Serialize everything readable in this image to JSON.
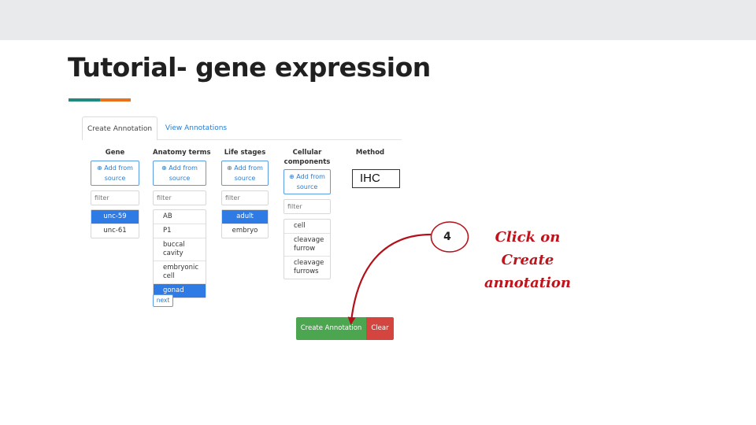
{
  "slide": {
    "title": "Tutorial- gene expression",
    "accent_colors": [
      "#21897e",
      "#e8711c"
    ]
  },
  "app": {
    "tabs": [
      {
        "label": "Create Annotation",
        "active": true
      },
      {
        "label": "View Annotations",
        "active": false
      }
    ],
    "columns": {
      "gene": {
        "header": "Gene",
        "add_button": "⊕ Add from source",
        "filter_placeholder": "filter",
        "items": [
          {
            "label": "unc-59",
            "selected": true
          },
          {
            "label": "unc-61",
            "selected": false
          }
        ]
      },
      "anatomy": {
        "header": "Anatomy terms",
        "add_button": "⊕ Add from source",
        "filter_placeholder": "filter",
        "items": [
          {
            "label": "AB",
            "selected": false
          },
          {
            "label": "P1",
            "selected": false
          },
          {
            "label": "buccal cavity",
            "selected": false
          },
          {
            "label": "embryonic cell",
            "selected": false
          },
          {
            "label": "gonad",
            "selected": true
          }
        ],
        "next_label": "next"
      },
      "life_stages": {
        "header": "Life stages",
        "add_button": "⊕ Add from source",
        "filter_placeholder": "filter",
        "items": [
          {
            "label": "adult",
            "selected": true
          },
          {
            "label": "embryo",
            "selected": false
          }
        ]
      },
      "cellular": {
        "header": "Cellular components",
        "add_button": "⊕ Add from source",
        "filter_placeholder": "filter",
        "items": [
          {
            "label": "cell",
            "selected": false
          },
          {
            "label": "cleavage furrow",
            "selected": false
          },
          {
            "label": "cleavage furrows",
            "selected": false
          }
        ]
      },
      "method": {
        "header": "Method",
        "value": "IHC"
      }
    },
    "buttons": {
      "create": "Create Annotation",
      "clear": "Clear"
    },
    "colors": {
      "selected": "#2f7be6",
      "create": "#4ca64f",
      "clear": "#d4453f",
      "link": "#2a7bd0"
    }
  },
  "callout": {
    "step": "4",
    "line1": "Click on Create",
    "line2": "annotation",
    "color": "#c0141c"
  }
}
